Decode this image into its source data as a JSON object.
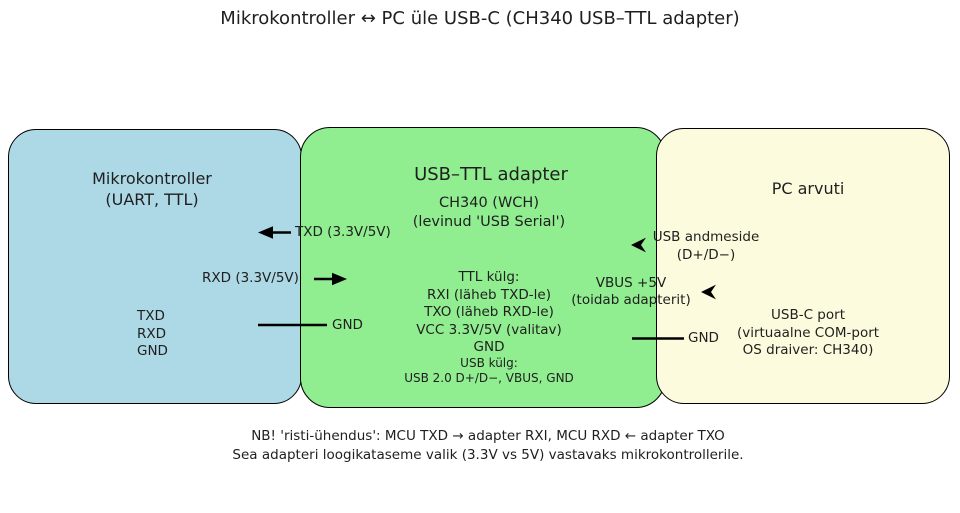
{
  "page_title": "Mikrokontroller ↔ PC üle USB-C (CH340 USB–TTL adapter)",
  "colors": {
    "mcu_box_fill": "#ADD8E6",
    "adapter_box_fill": "#90EE90",
    "pc_box_fill": "#FDFBDE",
    "box_border": "#000000"
  },
  "mcu_box": {
    "title_line1": "Mikrokontroller",
    "title_line2": "(UART, TTL)",
    "pins": [
      "TXD",
      "RXD",
      "GND"
    ]
  },
  "adapter_box": {
    "title": "USB–TTL adapter",
    "chip_line1": "CH340 (WCH)",
    "chip_line2": "(levinud 'USB Serial')",
    "ttl_side_lines": [
      "TTL külg:",
      "RXI (läheb TXD-le)",
      "TXO (läheb RXD-le)",
      "VCC 3.3V/5V (valitav)",
      "GND"
    ],
    "usb_side_lines": [
      "USB külg:",
      "USB 2.0 D+/D−, VBUS, GND"
    ]
  },
  "pc_box": {
    "title": "PC arvuti",
    "port_line1": "USB-C port",
    "port_line2": "(virtuaalne COM-port",
    "port_line3": "OS draiver: CH340)"
  },
  "connections": {
    "txd_label": "TXD (3.3V/5V)",
    "rxd_label": "RXD (3.3V/5V)",
    "gnd_left_label": "GND",
    "usb_data_line1": "USB andmeside",
    "usb_data_line2": "(D+/D−)",
    "vbus_line1": "VBUS +5V",
    "vbus_line2": "(toidab adapterit)",
    "gnd_right_label": "GND"
  },
  "footnote": {
    "line1": "NB! 'risti-ühendus': MCU TXD → adapter RXI, MCU RXD ← adapter TXO",
    "line2": "Sea adapteri loogikataseme valik (3.3V vs 5V) vastavaks mikrokontrollerile."
  }
}
